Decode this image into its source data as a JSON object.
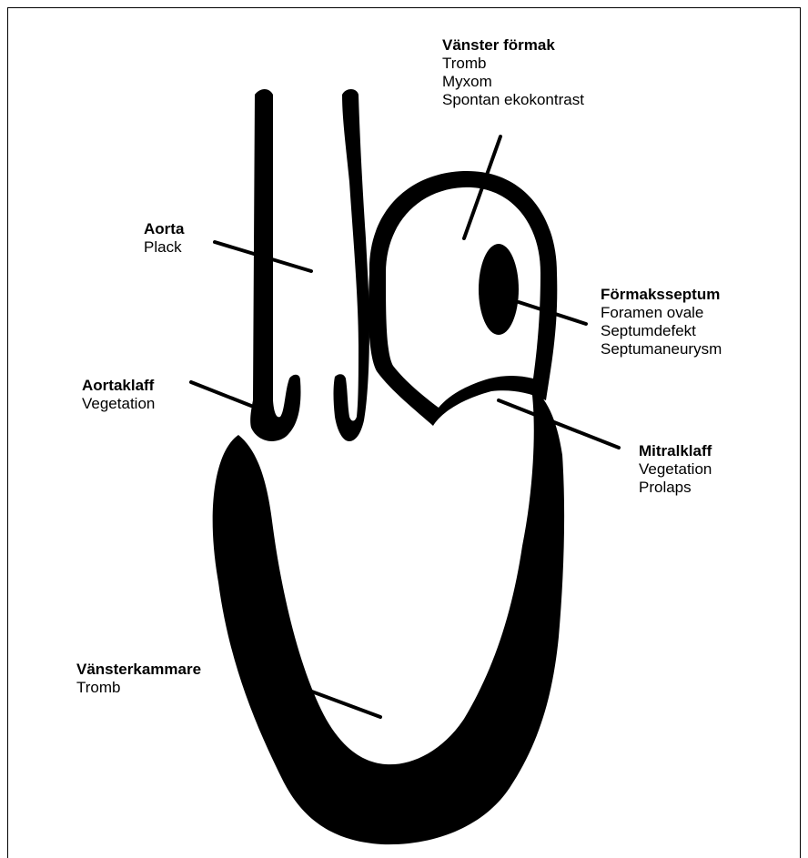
{
  "labels": {
    "left_atrium": {
      "title": "Vänster förmak",
      "items": [
        "Tromb",
        "Myxom",
        "Spontan ekokontrast"
      ]
    },
    "aorta": {
      "title": "Aorta",
      "items": [
        "Plack"
      ]
    },
    "atrial_septum": {
      "title": "Förmaksseptum",
      "items": [
        "Foramen ovale",
        "Septumdefekt",
        "Septumaneurysm"
      ]
    },
    "aortic_valve": {
      "title": "Aortaklaff",
      "items": [
        "Vegetation"
      ]
    },
    "mitral_valve": {
      "title": "Mitralklaff",
      "items": [
        "Vegetation",
        "Prolaps"
      ]
    },
    "left_ventricle": {
      "title": "Vänsterkammare",
      "items": [
        "Tromb"
      ]
    }
  },
  "colors": {
    "ink": "#000000",
    "background": "#ffffff"
  }
}
